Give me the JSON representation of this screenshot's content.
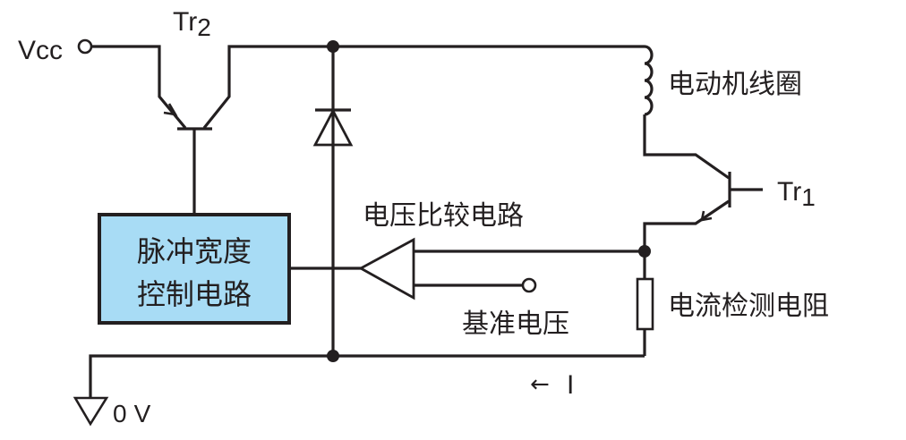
{
  "diagram": {
    "type": "circuit-schematic",
    "colors": {
      "line": "#231f20",
      "block_fill": "#a8dcf5",
      "background": "#ffffff"
    },
    "terminals": {
      "vcc": "Vcc",
      "ground": "0 V",
      "ground_number": "0",
      "ground_unit": "V"
    },
    "transistors": {
      "tr2": {
        "prefix": "Tr",
        "index": "2"
      },
      "tr1": {
        "prefix": "Tr",
        "index": "1"
      }
    },
    "labels": {
      "motor_coil": "电动机线圈",
      "voltage_comparator": "电压比较电路",
      "reference_voltage": "基准电压",
      "current_sense_resistor": "电流检测电阻",
      "current_arrow": "←",
      "current_symbol": "I"
    },
    "pwm_block": {
      "line1": "脉冲宽度",
      "line2": "控制电路"
    }
  }
}
